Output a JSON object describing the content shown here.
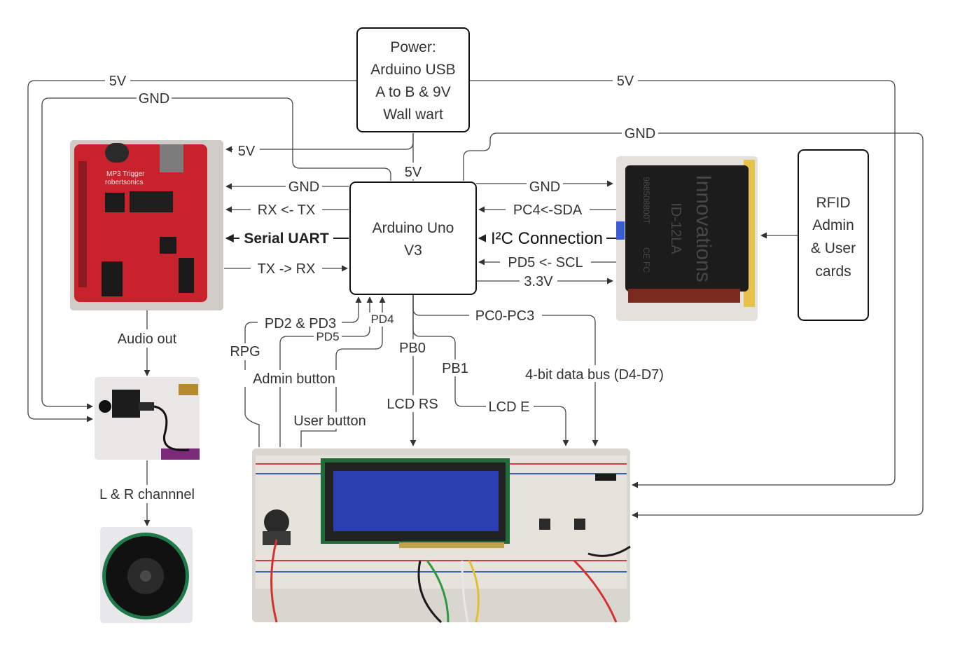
{
  "boxes": {
    "power": [
      "Power:",
      "Arduino USB",
      "A to B & 9V",
      "Wall wart"
    ],
    "arduino": [
      "Arduino Uno",
      "V3"
    ],
    "rfid_cards": [
      "RFID",
      "Admin",
      "& User",
      "cards"
    ]
  },
  "boards": {
    "mp3": {
      "line1": "MP3 Trigger",
      "line2": "robertsonics"
    },
    "rfid": {
      "line1": "ID-12LA",
      "line2": "Innovations",
      "code": "988508800T",
      "cert": "CE FC"
    }
  },
  "labels": {
    "five_v_top_left": "5V",
    "five_v_top_right": "5V",
    "gnd_top_left": "GND",
    "five_v_to_mp3": "5V",
    "five_v_to_arduino": "5V",
    "gnd_right_top": "GND",
    "gnd_to_mp3": "GND",
    "rx_tx": "RX <- TX",
    "serial_uart": "Serial UART",
    "tx_rx": "TX -> RX",
    "gnd_to_rfid": "GND",
    "sda": "PC4<-SDA",
    "i2c": "I²C Connection",
    "scl": "PD5 <- SCL",
    "v33": "3.3V",
    "pd2_pd3": "PD2 & PD3",
    "pd4": "PD4",
    "pd5": "PD5",
    "rpg": "RPG",
    "admin_button": "Admin button",
    "user_button": "User button",
    "pb0": "PB0",
    "pb1": "PB1",
    "pc0_pc3": "PC0-PC3",
    "data_bus": "4-bit data bus (D4-D7)",
    "lcd_rs": "LCD RS",
    "lcd_e": "LCD E",
    "audio_out": "Audio out",
    "lr_channel": "L & R channnel"
  },
  "colors": {
    "mp3_board": "#c8232c",
    "lcd_screen": "#2b3fb0",
    "rfid_module": "#1c1c1c",
    "breadboard": "#e6e2dc"
  }
}
